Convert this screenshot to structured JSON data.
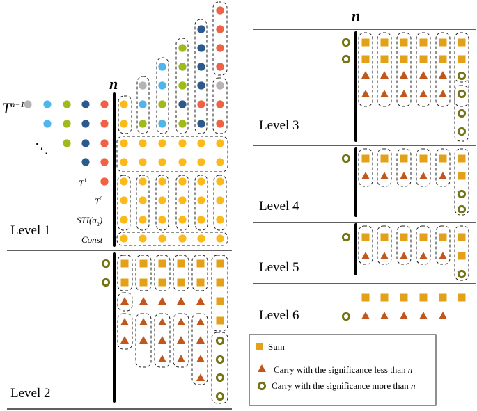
{
  "level1": {
    "label": "Level 1",
    "n_label": "n",
    "rows": {
      "t_n1": "T",
      "t_n1_sup": "n−1",
      "t1": "T",
      "t1_sup": "1",
      "t0": "T",
      "t0_sup": "0",
      "sti": "STI(a",
      "sti_sub": "2",
      "sti_close": ")",
      "const": "Const"
    },
    "ellipsis": "⋱"
  },
  "level2": {
    "label": "Level 2"
  },
  "level3": {
    "label": "Level 3",
    "n_label": "n"
  },
  "level4": {
    "label": "Level 4"
  },
  "level5": {
    "label": "Level 5"
  },
  "level6": {
    "label": "Level 6"
  },
  "legend": {
    "sum": "Sum",
    "carry_less": "Carry with the significance less than ",
    "carry_more": "Carry with the significance more than ",
    "n": "n"
  },
  "colors": {
    "gray": "#b4b4b4",
    "light_blue": "#4fb6ec",
    "olive": "#9ebb1c",
    "dark_blue": "#2d5a8c",
    "red": "#ef6246",
    "yellow": "#fbb91a",
    "sum_orange": "#e3a119",
    "carry_brown": "#c2571c",
    "ring_olive": "#747414"
  },
  "icons": {
    "dot": "filled-circle-icon",
    "sum": "square-icon",
    "carry_less": "triangle-icon",
    "carry_more": "ring-icon"
  }
}
